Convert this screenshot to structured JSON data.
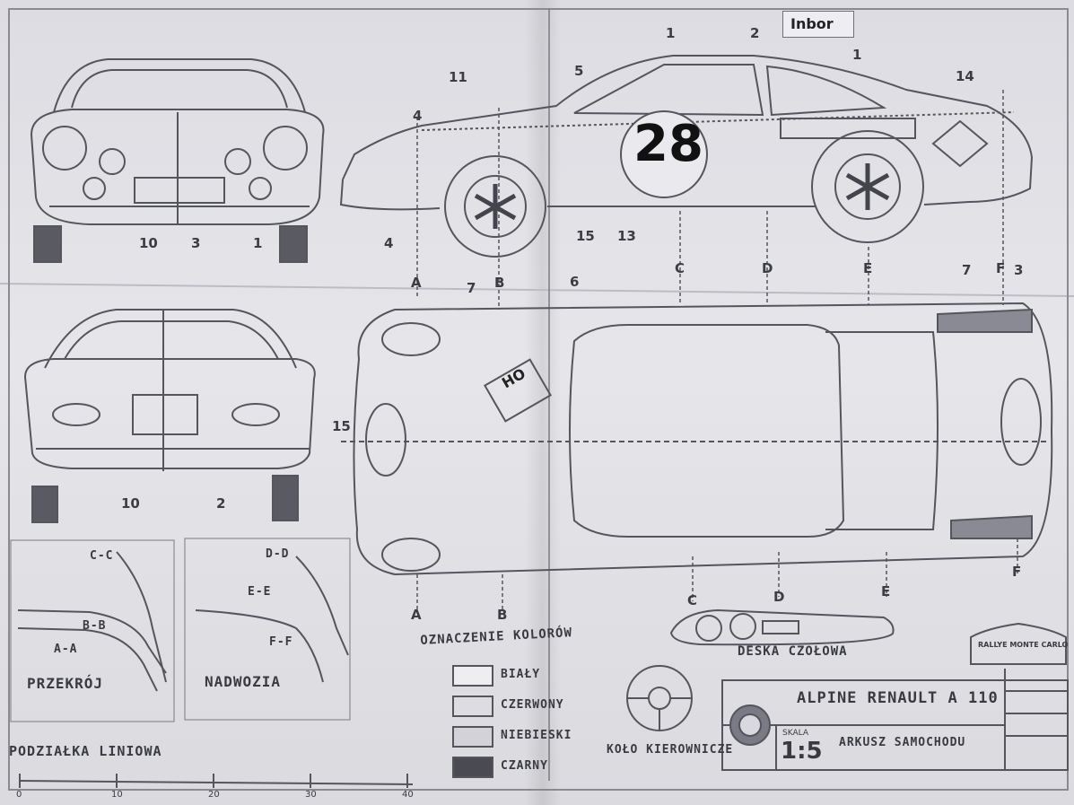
{
  "race_number": "28",
  "sign_top_right": "Inbor",
  "hood_number_plate": "HO",
  "callout_numbers": {
    "front_view": [
      "10",
      "3",
      "1"
    ],
    "rear_view": [
      "10",
      "2"
    ],
    "side_top": [
      "11",
      "5",
      "1",
      "2",
      "1",
      "14"
    ],
    "side_left": [
      "4",
      "4"
    ],
    "side_bottom": [
      "15",
      "13"
    ],
    "top_view_side": [
      "15",
      "7",
      "6",
      "7",
      "3"
    ]
  },
  "section_letters": {
    "side_view_bottom": [
      "A",
      "B",
      "C",
      "D",
      "E",
      "F"
    ],
    "top_view_bottom": [
      "A",
      "B",
      "C",
      "D",
      "E",
      "F"
    ]
  },
  "sections": {
    "cross_section_title": "PRZEKRÓJ",
    "top_section_title": "NADWOZIA",
    "labels_left": [
      "C-C",
      "B-B",
      "A-A"
    ],
    "labels_right": [
      "D-D",
      "E-E",
      "F-F"
    ]
  },
  "scale_bar": {
    "title": "PODZIAŁKA LINIOWA",
    "ticks": [
      "0",
      "10",
      "20",
      "30",
      "40"
    ]
  },
  "colour_legend": {
    "title": "OZNACZENIE KOLORÓW",
    "items": [
      {
        "label": "BIAŁY",
        "color": "#eeeef1"
      },
      {
        "label": "CZERWONY",
        "color": "#dcdce1"
      },
      {
        "label": "NIEBIESKI",
        "color": "#d2d2d8"
      },
      {
        "label": "CZARNY",
        "color": "#4a4a52"
      }
    ]
  },
  "steering_wheel_label": "KOŁO KIEROWNICZE",
  "dashboard_label": "DESKA CZOŁOWA",
  "title_block": {
    "model": "ALPINE RENAULT A 110",
    "scale_label": "SKALA",
    "scale": "1:5",
    "subtitle": "ARKUSZ SAMOCHODU",
    "rally_badge": "RALLYE MONTE CARLO"
  }
}
